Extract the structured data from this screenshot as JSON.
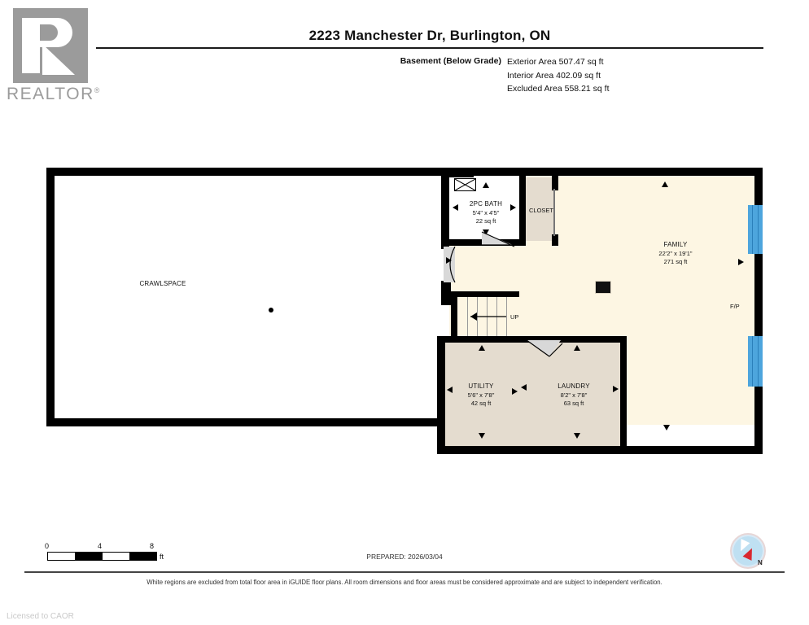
{
  "logo": {
    "text": "REALTOR",
    "registered": "®"
  },
  "header": {
    "title": "2223 Manchester Dr, Burlington, ON",
    "level_label": "Basement (Below Grade)",
    "areas": [
      "Exterior Area 507.47 sq ft",
      "Interior Area 402.09 sq ft",
      "Excluded Area 558.21 sq ft"
    ]
  },
  "rooms": [
    {
      "name": "CRAWLSPACE",
      "dimensions": "",
      "area": ""
    },
    {
      "name": "2PC BATH",
      "dimensions": "5'4\" x 4'5\"",
      "area": "22 sq ft"
    },
    {
      "name": "CLOSET",
      "dimensions": "",
      "area": ""
    },
    {
      "name": "FAMILY",
      "dimensions": "22'2\" x 19'1\"",
      "area": "271 sq ft"
    },
    {
      "name": "UTILITY",
      "dimensions": "5'6\" x 7'8\"",
      "area": "42 sq ft"
    },
    {
      "name": "LAUNDRY",
      "dimensions": "8'2\" x 7'8\"",
      "area": "63 sq ft"
    }
  ],
  "annotations": {
    "stairs_up": "UP",
    "fireplace": "F/P"
  },
  "scale": {
    "ticks": [
      "0",
      "4",
      "8"
    ],
    "unit": "ft"
  },
  "compass": {
    "north_label": "N"
  },
  "footer": {
    "prepared": "PREPARED: 2026/03/04",
    "disclaimer": "White regions are excluded from total floor area in iGUIDE floor plans. All room dimensions and floor areas must be considered approximate and are subject to independent verification.",
    "licensed": "Licensed to CAOR"
  },
  "colors": {
    "wall": "#000000",
    "included_fill": "#fdf6e3",
    "secondary_fill": "#e4dccf",
    "excluded_fill": "#ffffff",
    "window": "#4da5dd",
    "logo_gray": "#9b9b9b"
  }
}
